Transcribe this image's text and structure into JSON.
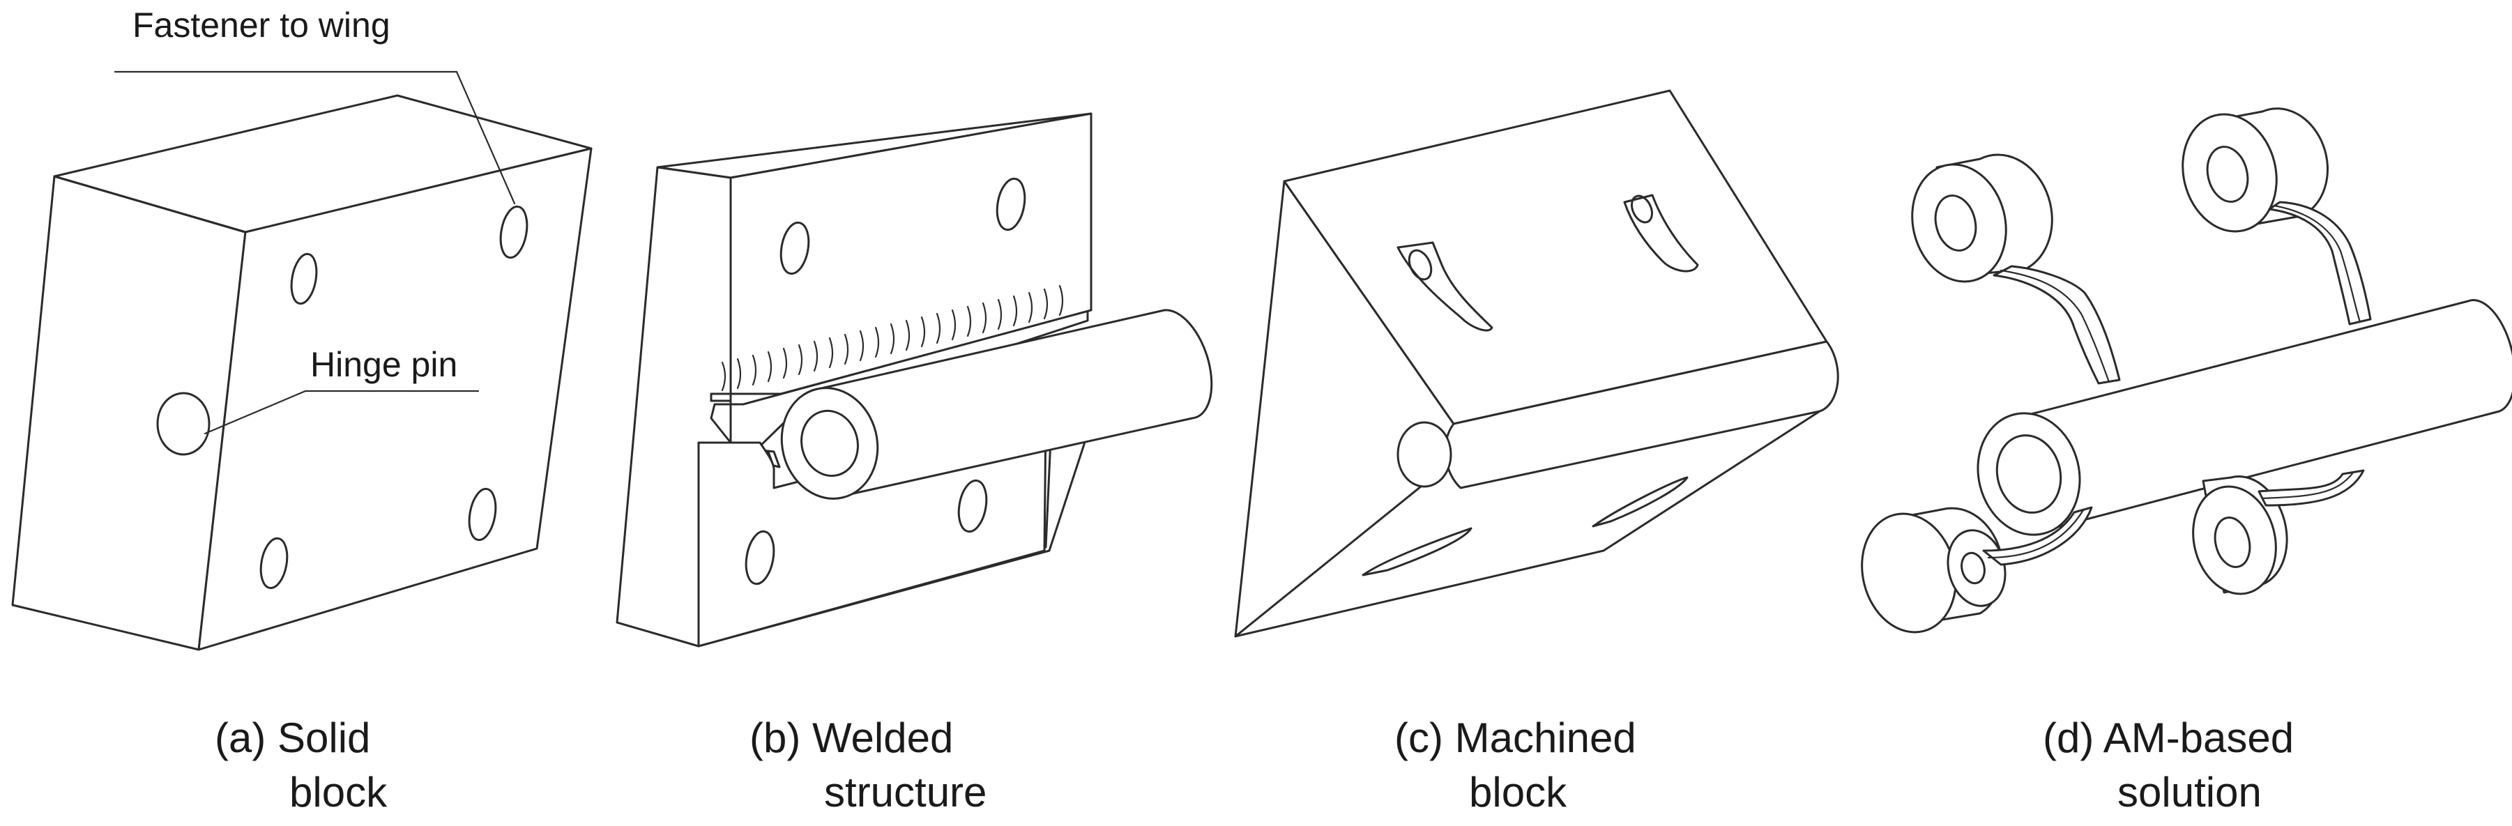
{
  "labels": {
    "fastener": "Fastener to wing",
    "hinge_pin": "Hinge pin"
  },
  "captions": [
    {
      "line1": "(a) Solid",
      "line2": "block"
    },
    {
      "line1": "(b) Welded",
      "line2": "structure"
    },
    {
      "line1": "(c) Machined",
      "line2": "block"
    },
    {
      "line1": "(d) AM-based",
      "line2": "solution"
    }
  ]
}
